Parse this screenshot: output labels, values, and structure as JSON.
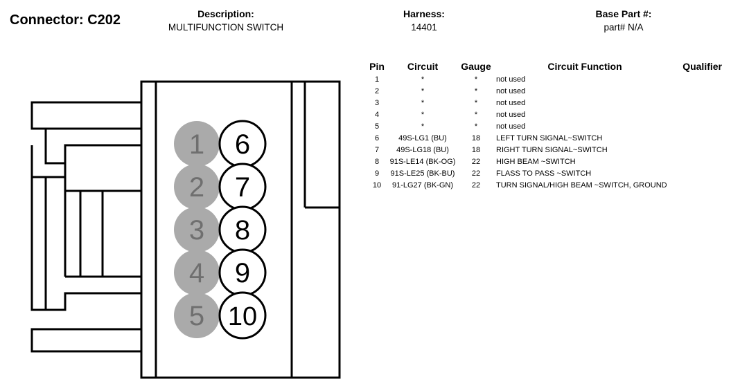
{
  "connector": {
    "title": "Connector: C202"
  },
  "description": {
    "label": "Description:",
    "value": "MULTIFUNCTION SWITCH"
  },
  "harness": {
    "label": "Harness:",
    "value": "14401"
  },
  "base_part": {
    "label": "Base Part #:",
    "value": "part# N/A"
  },
  "diagram": {
    "pins": [
      {
        "number": "1",
        "style": "filled-gray"
      },
      {
        "number": "2",
        "style": "filled-gray"
      },
      {
        "number": "3",
        "style": "filled-gray"
      },
      {
        "number": "4",
        "style": "filled-gray"
      },
      {
        "number": "5",
        "style": "filled-gray"
      },
      {
        "number": "6",
        "style": "outline"
      },
      {
        "number": "7",
        "style": "outline"
      },
      {
        "number": "8",
        "style": "outline"
      },
      {
        "number": "9",
        "style": "outline"
      },
      {
        "number": "10",
        "style": "outline"
      }
    ],
    "colors": {
      "filled_pin": "#aaaaaa",
      "filled_text": "#6f6f6f",
      "outline": "#000000"
    }
  },
  "table": {
    "headers": {
      "pin": "Pin",
      "circuit": "Circuit",
      "gauge": "Gauge",
      "function": "Circuit Function",
      "qualifier": "Qualifier"
    },
    "rows": [
      {
        "pin": "1",
        "circuit": "*",
        "gauge": "*",
        "function": "not used",
        "qualifier": ""
      },
      {
        "pin": "2",
        "circuit": "*",
        "gauge": "*",
        "function": "not used",
        "qualifier": ""
      },
      {
        "pin": "3",
        "circuit": "*",
        "gauge": "*",
        "function": "not used",
        "qualifier": ""
      },
      {
        "pin": "4",
        "circuit": "*",
        "gauge": "*",
        "function": "not used",
        "qualifier": ""
      },
      {
        "pin": "5",
        "circuit": "*",
        "gauge": "*",
        "function": "not used",
        "qualifier": ""
      },
      {
        "pin": "6",
        "circuit": "49S-LG1 (BU)",
        "gauge": "18",
        "function": "LEFT TURN SIGNAL~SWITCH",
        "qualifier": ""
      },
      {
        "pin": "7",
        "circuit": "49S-LG18 (BU)",
        "gauge": "18",
        "function": "RIGHT TURN SIGNAL~SWITCH",
        "qualifier": ""
      },
      {
        "pin": "8",
        "circuit": "91S-LE14 (BK-OG)",
        "gauge": "22",
        "function": "HIGH BEAM ~SWITCH",
        "qualifier": ""
      },
      {
        "pin": "9",
        "circuit": "91S-LE25 (BK-BU)",
        "gauge": "22",
        "function": "FLASS TO PASS ~SWITCH",
        "qualifier": ""
      },
      {
        "pin": "10",
        "circuit": "91-LG27 (BK-GN)",
        "gauge": "22",
        "function": "TURN SIGNAL/HIGH BEAM ~SWITCH, GROUND",
        "qualifier": ""
      }
    ]
  }
}
